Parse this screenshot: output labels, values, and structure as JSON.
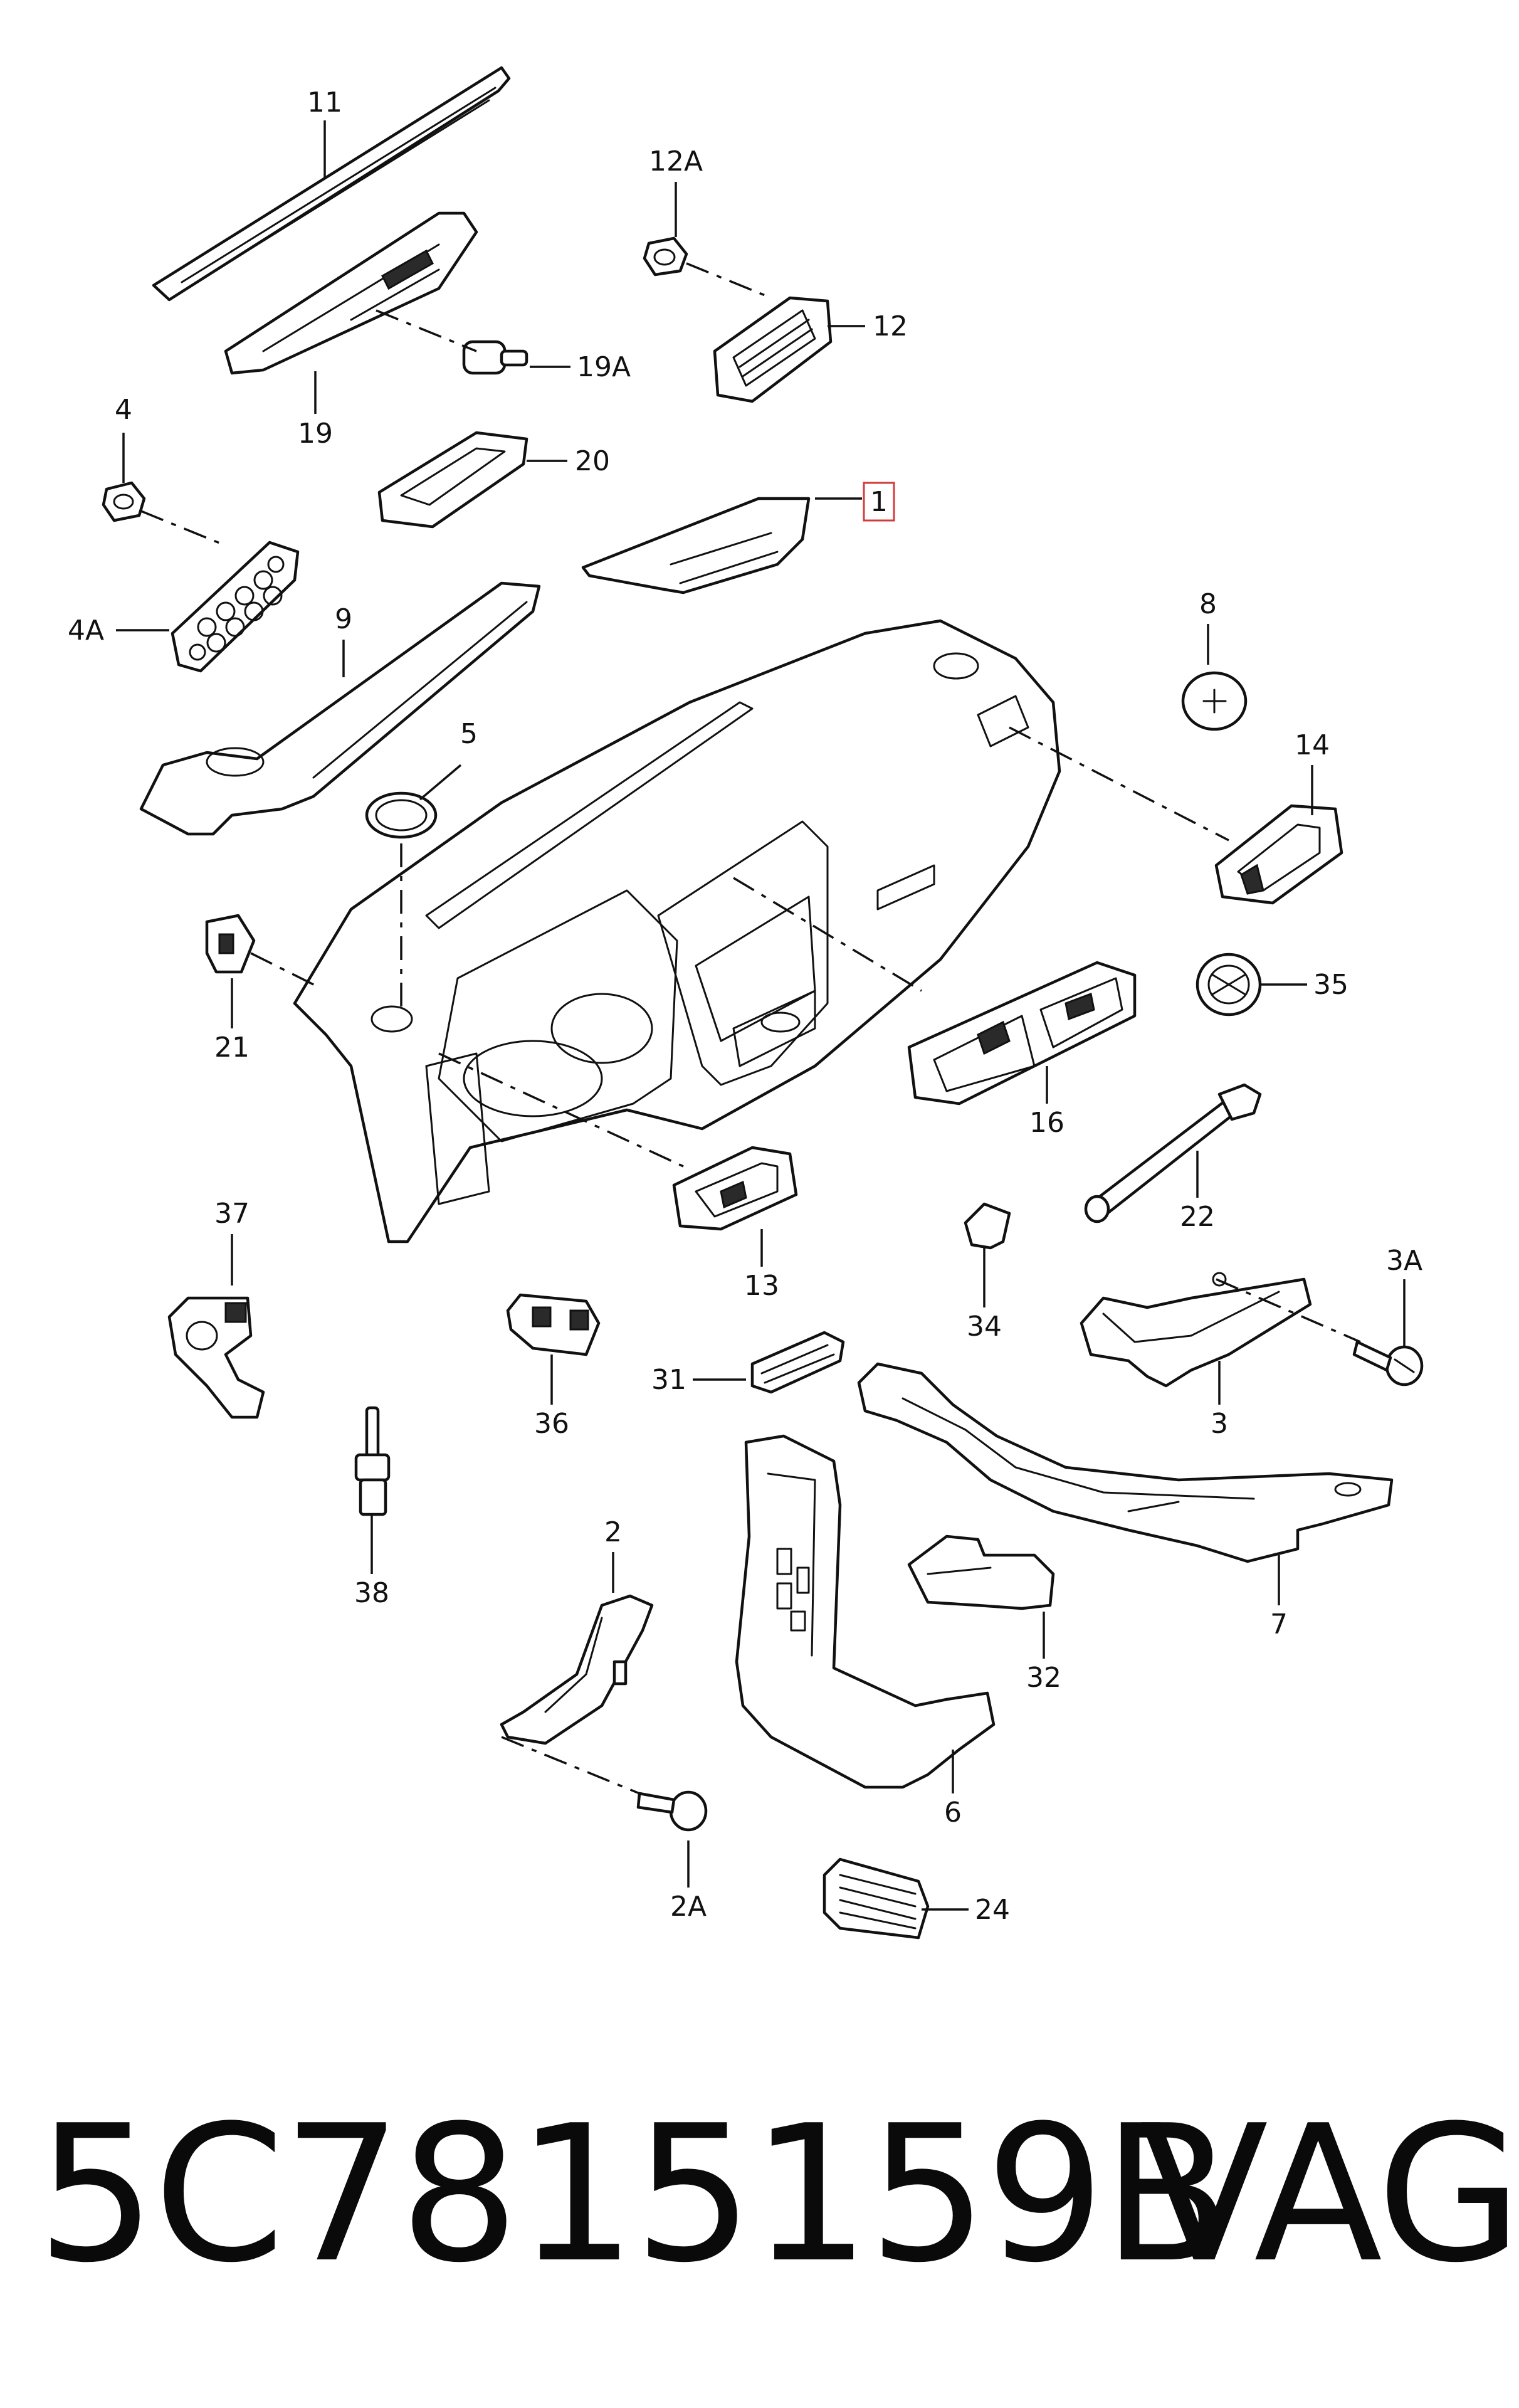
{
  "diagram": {
    "callouts": [
      "11",
      "12A",
      "12",
      "19A",
      "19",
      "4",
      "20",
      "1",
      "4A",
      "9",
      "8",
      "5",
      "14",
      "35",
      "21",
      "16",
      "22",
      "37",
      "13",
      "34",
      "3A",
      "36",
      "31",
      "3",
      "38",
      "2",
      "7",
      "32",
      "6",
      "2A",
      "24"
    ],
    "highlighted_callout": "1"
  },
  "footer": {
    "part_number": "5C7815159B",
    "brand": "VAG"
  }
}
